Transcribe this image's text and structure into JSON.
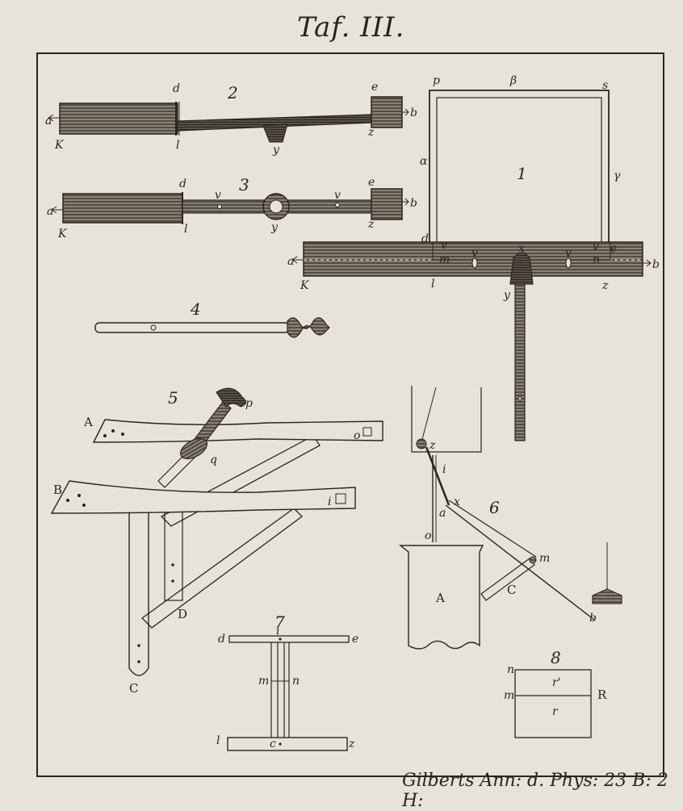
{
  "plate": {
    "title": "Taf. III.",
    "footer": "Gilberts Ann: d. Phys: 23 B: 2 H:"
  },
  "fig1": {
    "number": "1",
    "labels": {
      "p": "p",
      "beta": "β",
      "s": "s",
      "alpha": "α",
      "gamma": "γ",
      "a": "a",
      "K": "K",
      "d": "d",
      "v_left": "v",
      "m": "m",
      "v_mid_left": "v",
      "x": "x",
      "v_mid_right": "v",
      "v_right": "v",
      "n": "n",
      "e": "e",
      "b": "b",
      "l": "l",
      "y": "y",
      "z": "z"
    }
  },
  "fig2": {
    "number": "2",
    "labels": {
      "d": "d",
      "e": "e",
      "a": "a",
      "b": "b",
      "K": "K",
      "l": "l",
      "y": "y",
      "z": "z"
    }
  },
  "fig3": {
    "number": "3",
    "labels": {
      "d": "d",
      "e": "e",
      "v_left": "v",
      "v_right": "v",
      "a": "a",
      "b": "b",
      "K": "K",
      "l": "l",
      "y": "y",
      "z": "z"
    }
  },
  "fig4": {
    "number": "4"
  },
  "fig5": {
    "number": "5",
    "labels": {
      "A": "A",
      "B": "B",
      "C": "C",
      "D": "D",
      "o": "o",
      "i": "i",
      "p": "p",
      "q": "q"
    }
  },
  "fig6": {
    "number": "6",
    "labels": {
      "z": "z",
      "i": "i",
      "a": "a",
      "x": "x",
      "o": "o",
      "A": "A",
      "C": "C",
      "m": "m",
      "b": "b"
    }
  },
  "fig7": {
    "number": "7",
    "labels": {
      "d": "d",
      "i": "i",
      "e": "e",
      "m": "m",
      "n": "n",
      "l": "l",
      "c": "c",
      "z": "z"
    }
  },
  "fig8": {
    "number": "8",
    "labels": {
      "n": "n",
      "m": "m",
      "r_prime": "r'",
      "r": "r",
      "R": "R"
    }
  }
}
